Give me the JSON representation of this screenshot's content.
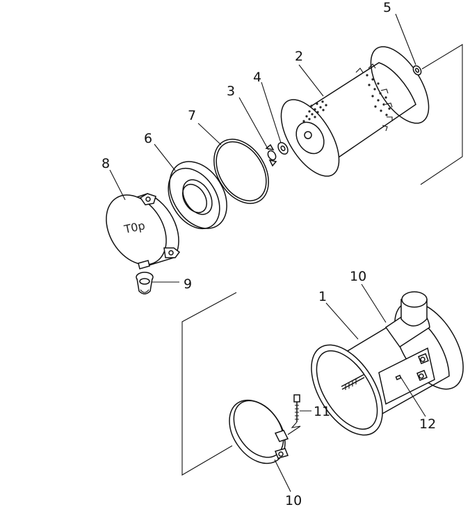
{
  "diagram": {
    "callouts": [
      {
        "id": "callout-1",
        "text": "1"
      },
      {
        "id": "callout-2",
        "text": "2"
      },
      {
        "id": "callout-3",
        "text": "3"
      },
      {
        "id": "callout-4",
        "text": "4"
      },
      {
        "id": "callout-5",
        "text": "5"
      },
      {
        "id": "callout-6",
        "text": "6"
      },
      {
        "id": "callout-7",
        "text": "7"
      },
      {
        "id": "callout-8",
        "text": "8"
      },
      {
        "id": "callout-9",
        "text": "9"
      },
      {
        "id": "callout-10a",
        "text": "10"
      },
      {
        "id": "callout-10b",
        "text": "10"
      },
      {
        "id": "callout-11",
        "text": "11"
      },
      {
        "id": "callout-12",
        "text": "12"
      }
    ],
    "cover_marking": "T0p"
  }
}
